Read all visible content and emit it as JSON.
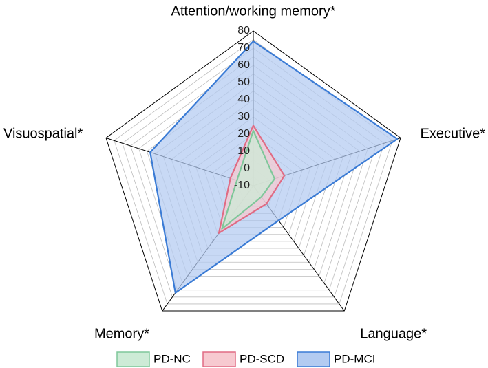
{
  "chart_data": {
    "type": "radar",
    "axes": [
      "Attention/working memory*",
      "Executive*",
      "Language*",
      "Memory*",
      "Visuospatial*"
    ],
    "rlim": [
      -10,
      80
    ],
    "ticks": [
      -10,
      0,
      10,
      20,
      30,
      40,
      50,
      60,
      70,
      80
    ],
    "grid": true,
    "legend_position": "bottom",
    "series": [
      {
        "name": "PD-NC",
        "values": [
          22,
          3,
          -2,
          21,
          0
        ],
        "color": "#7fc79a",
        "fill": "#cdebd6"
      },
      {
        "name": "PD-SCD",
        "values": [
          25,
          9,
          3,
          24,
          4
        ],
        "color": "#e06b84",
        "fill": "#f7c9d0"
      },
      {
        "name": "PD-MCI",
        "values": [
          74,
          78,
          15,
          67,
          53
        ],
        "color": "#3a7bd5",
        "fill": "#b3cbf1"
      }
    ]
  }
}
